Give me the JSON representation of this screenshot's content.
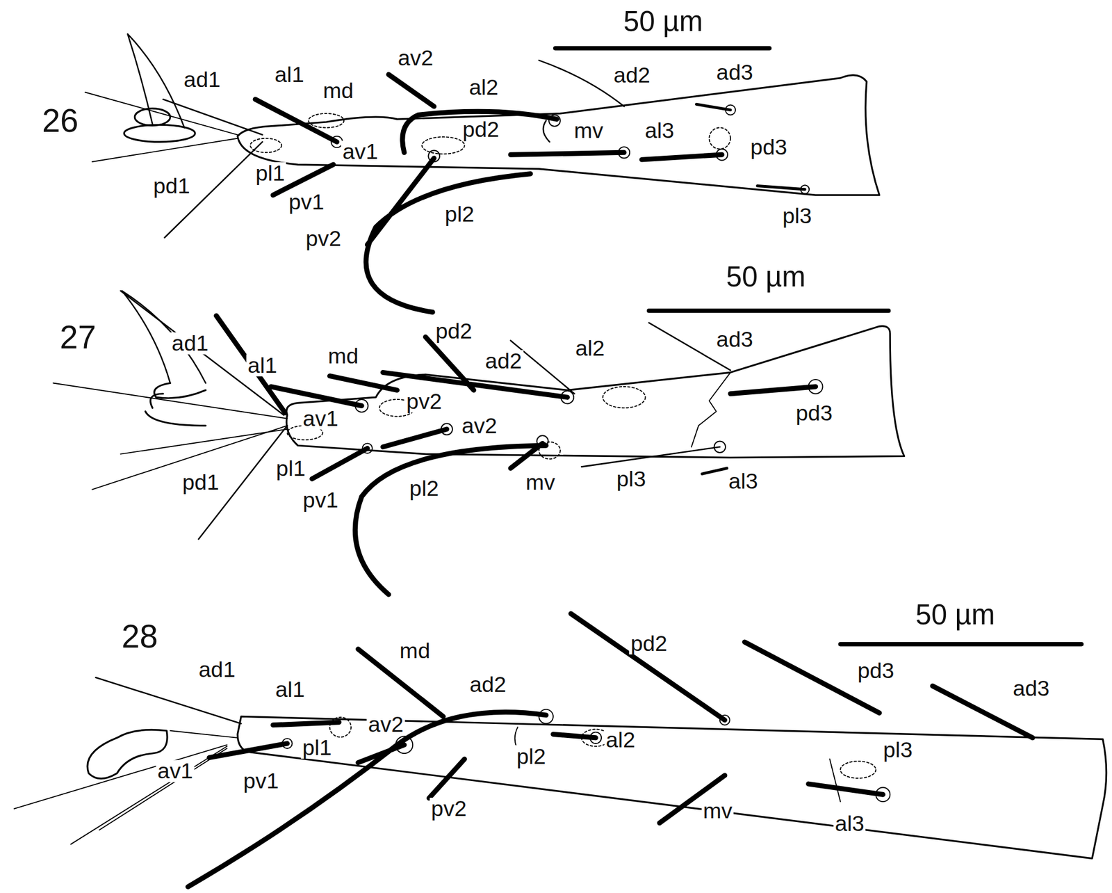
{
  "diagram": {
    "labels": [
      "26",
      "50 µm",
      "ad1",
      "al1",
      "md",
      "av2",
      "al2",
      "ad2",
      "ad3",
      "pd2",
      "mv",
      "al3",
      "pd3",
      "av1",
      "pd1",
      "pl1",
      "pv1",
      "pv2",
      "pl2",
      "pl3",
      "27",
      "50 µm",
      "ad1",
      "al1",
      "md",
      "pd2",
      "ad2",
      "al2",
      "ad3",
      "pv2",
      "av1",
      "av2",
      "pd3",
      "pd1",
      "pl1",
      "pv1",
      "pl2",
      "mv",
      "pl3",
      "al3",
      "28",
      "50 µm",
      "md",
      "pd2",
      "pd3",
      "ad3",
      "ad1",
      "al1",
      "ad2",
      "av2",
      "pl1",
      "pl2",
      "al2",
      "pl3",
      "av1",
      "pv1",
      "pv2",
      "mv",
      "al3"
    ]
  }
}
